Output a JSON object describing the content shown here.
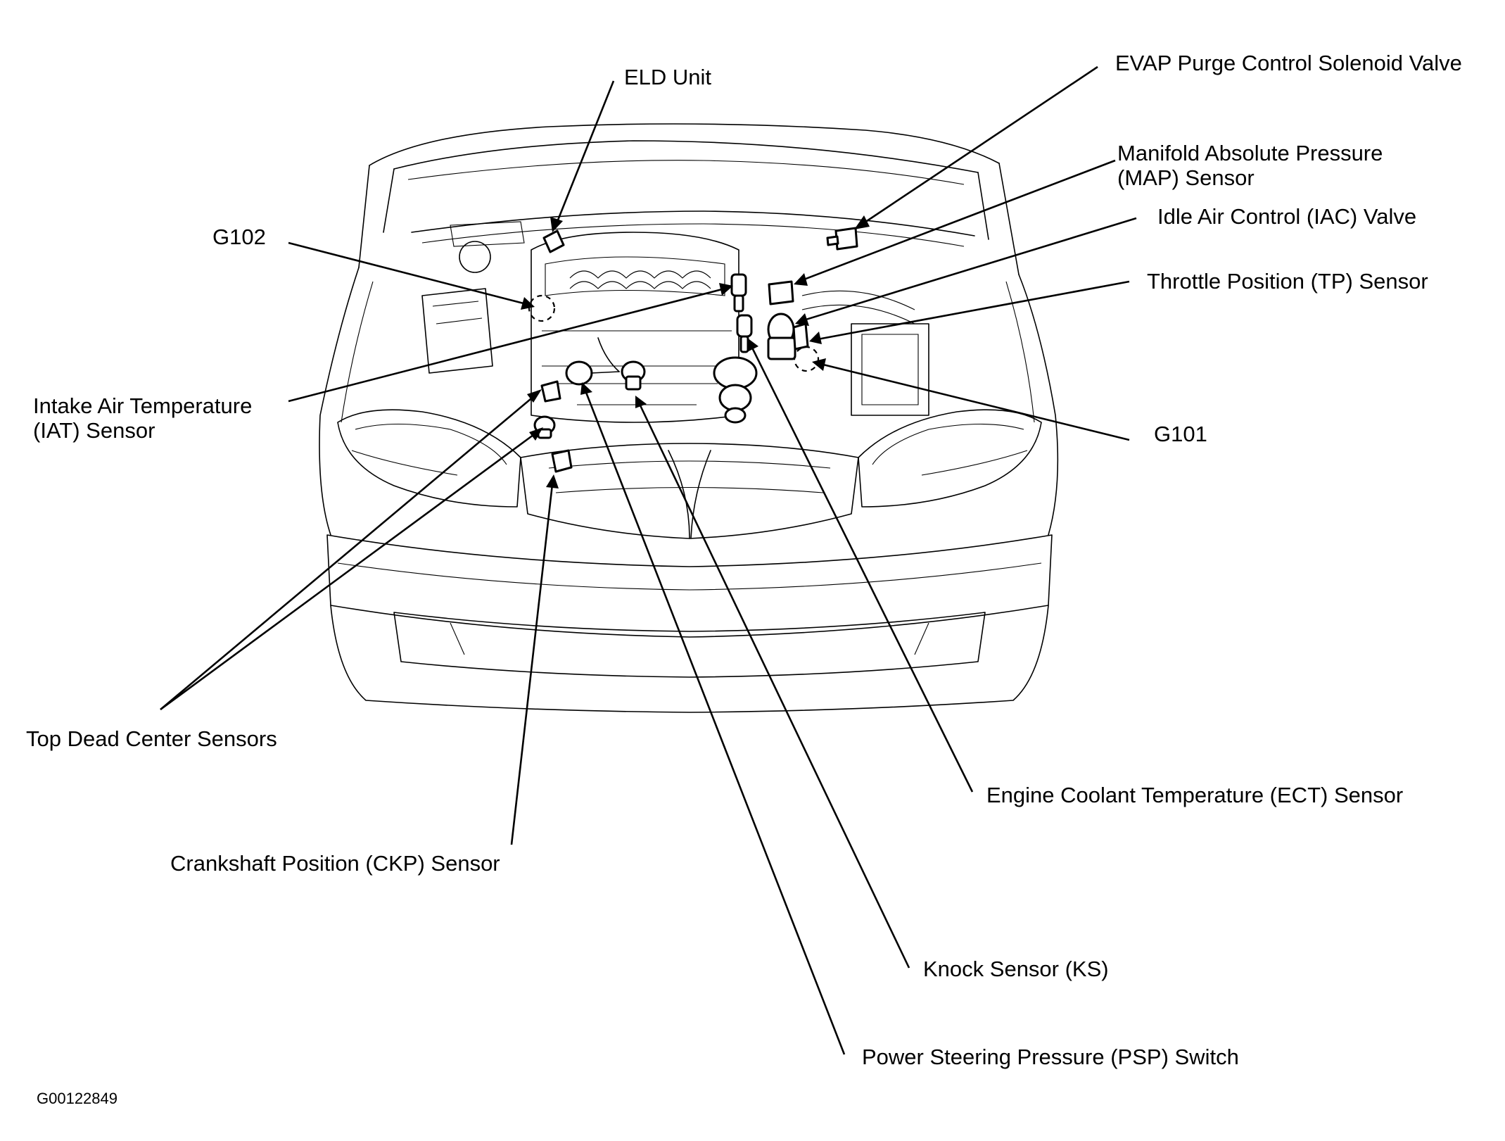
{
  "diagram": {
    "image_code": "G00122849",
    "labels": {
      "eld_unit": "ELD Unit",
      "evap": "EVAP Purge Control Solenoid Valve",
      "map_1": "Manifold Absolute Pressure",
      "map_2": "(MAP) Sensor",
      "iac": "Idle Air Control (IAC) Valve",
      "tp": "Throttle Position (TP) Sensor",
      "g102": "G102",
      "g101": "G101",
      "iat_1": "Intake Air Temperature",
      "iat_2": "(IAT) Sensor",
      "tdc": "Top Dead Center Sensors",
      "ect": "Engine Coolant Temperature (ECT) Sensor",
      "ckp": "Crankshaft Position (CKP) Sensor",
      "ks": "Knock Sensor (KS)",
      "psp": "Power Steering Pressure (PSP) Switch"
    }
  }
}
